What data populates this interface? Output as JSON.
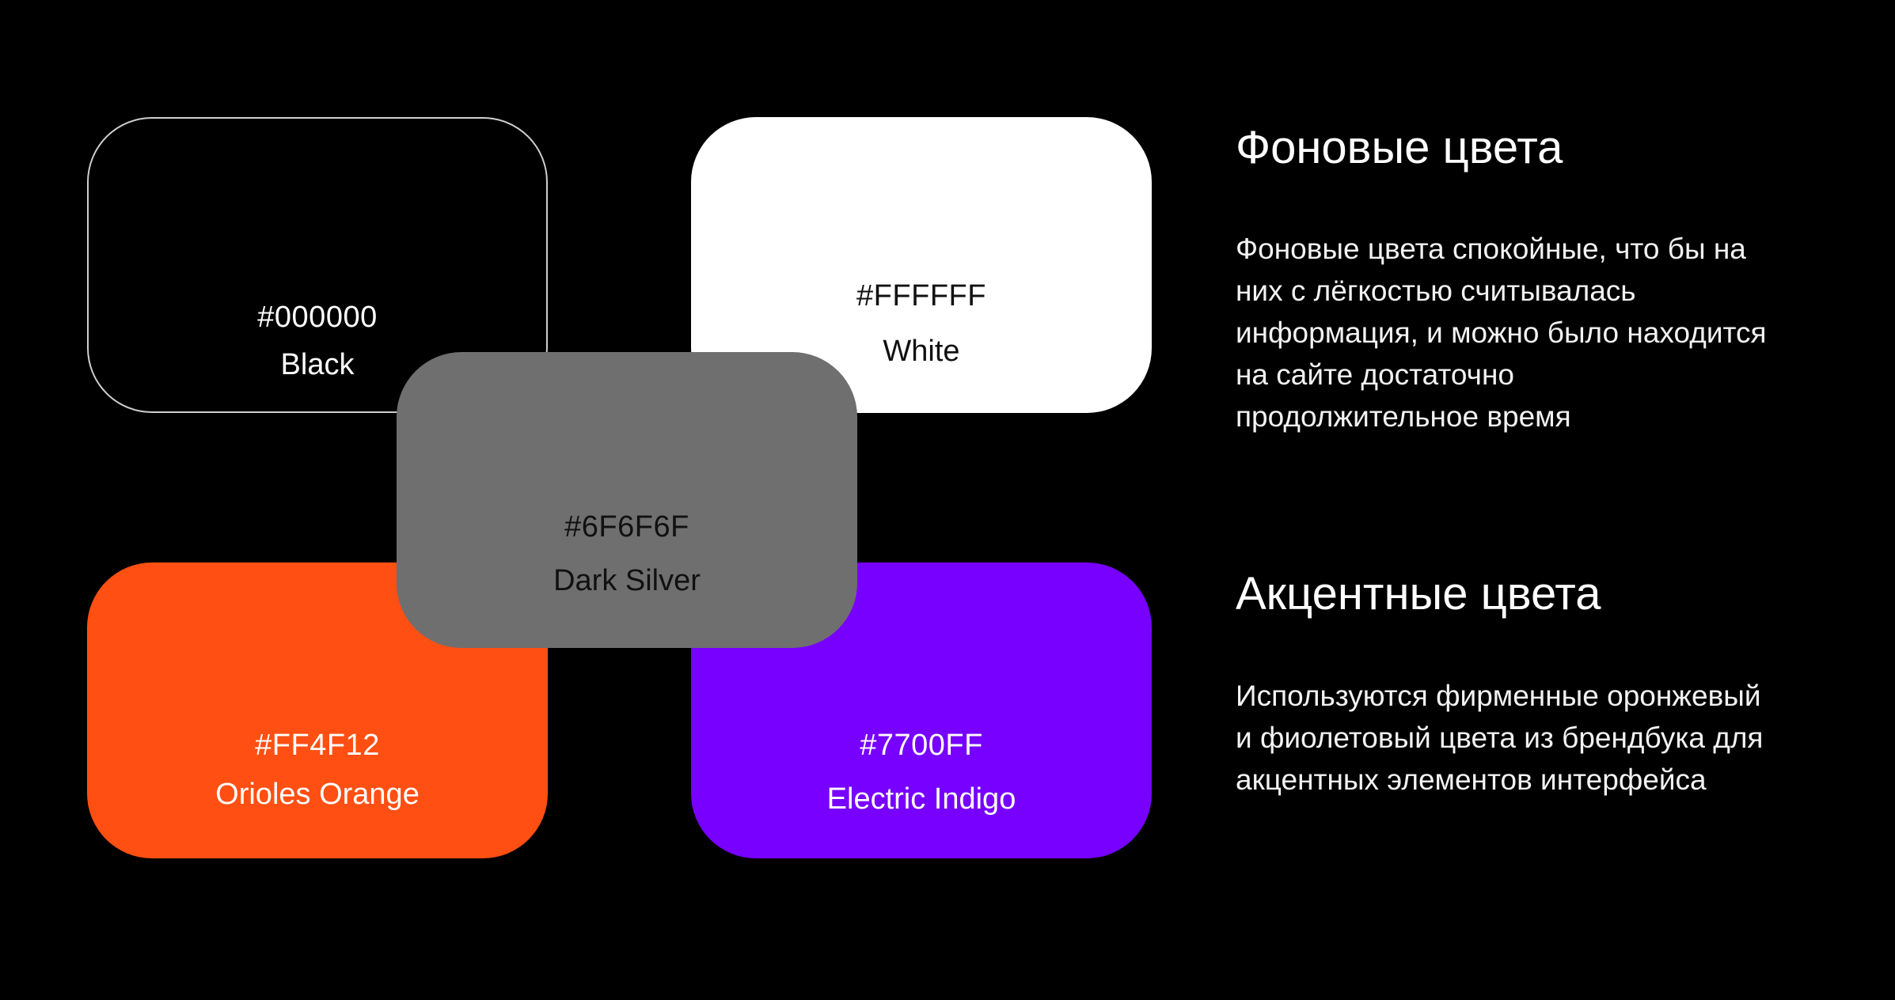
{
  "swatches": {
    "black": {
      "hex": "#000000",
      "name": "Black",
      "color": "#000000"
    },
    "white": {
      "hex": "#FFFFFF",
      "name": "White",
      "color": "#FFFFFF"
    },
    "dark_silver": {
      "hex": "#6F6F6F",
      "name": "Dark Silver",
      "color": "#6F6F6F"
    },
    "orange": {
      "hex": "#FF4F12",
      "name": "Orioles Orange",
      "color": "#FF4F12"
    },
    "indigo": {
      "hex": "#7700FF",
      "name": "Electric Indigo",
      "color": "#7700FF"
    }
  },
  "sections": {
    "background": {
      "title": "Фоновые цвета",
      "lines": [
        "Фоновые цвета спокойные, что бы на",
        "них с лёгкостью считывалась",
        "информация, и можно было находится",
        "на сайте достаточно",
        "продолжительное время"
      ]
    },
    "accent": {
      "title": "Акцентные цвета",
      "lines": [
        "Используются фирменные оронжевый",
        "и фиолетовый цвета из брендбука для",
        "акцентных элементов интерфейса"
      ]
    }
  }
}
